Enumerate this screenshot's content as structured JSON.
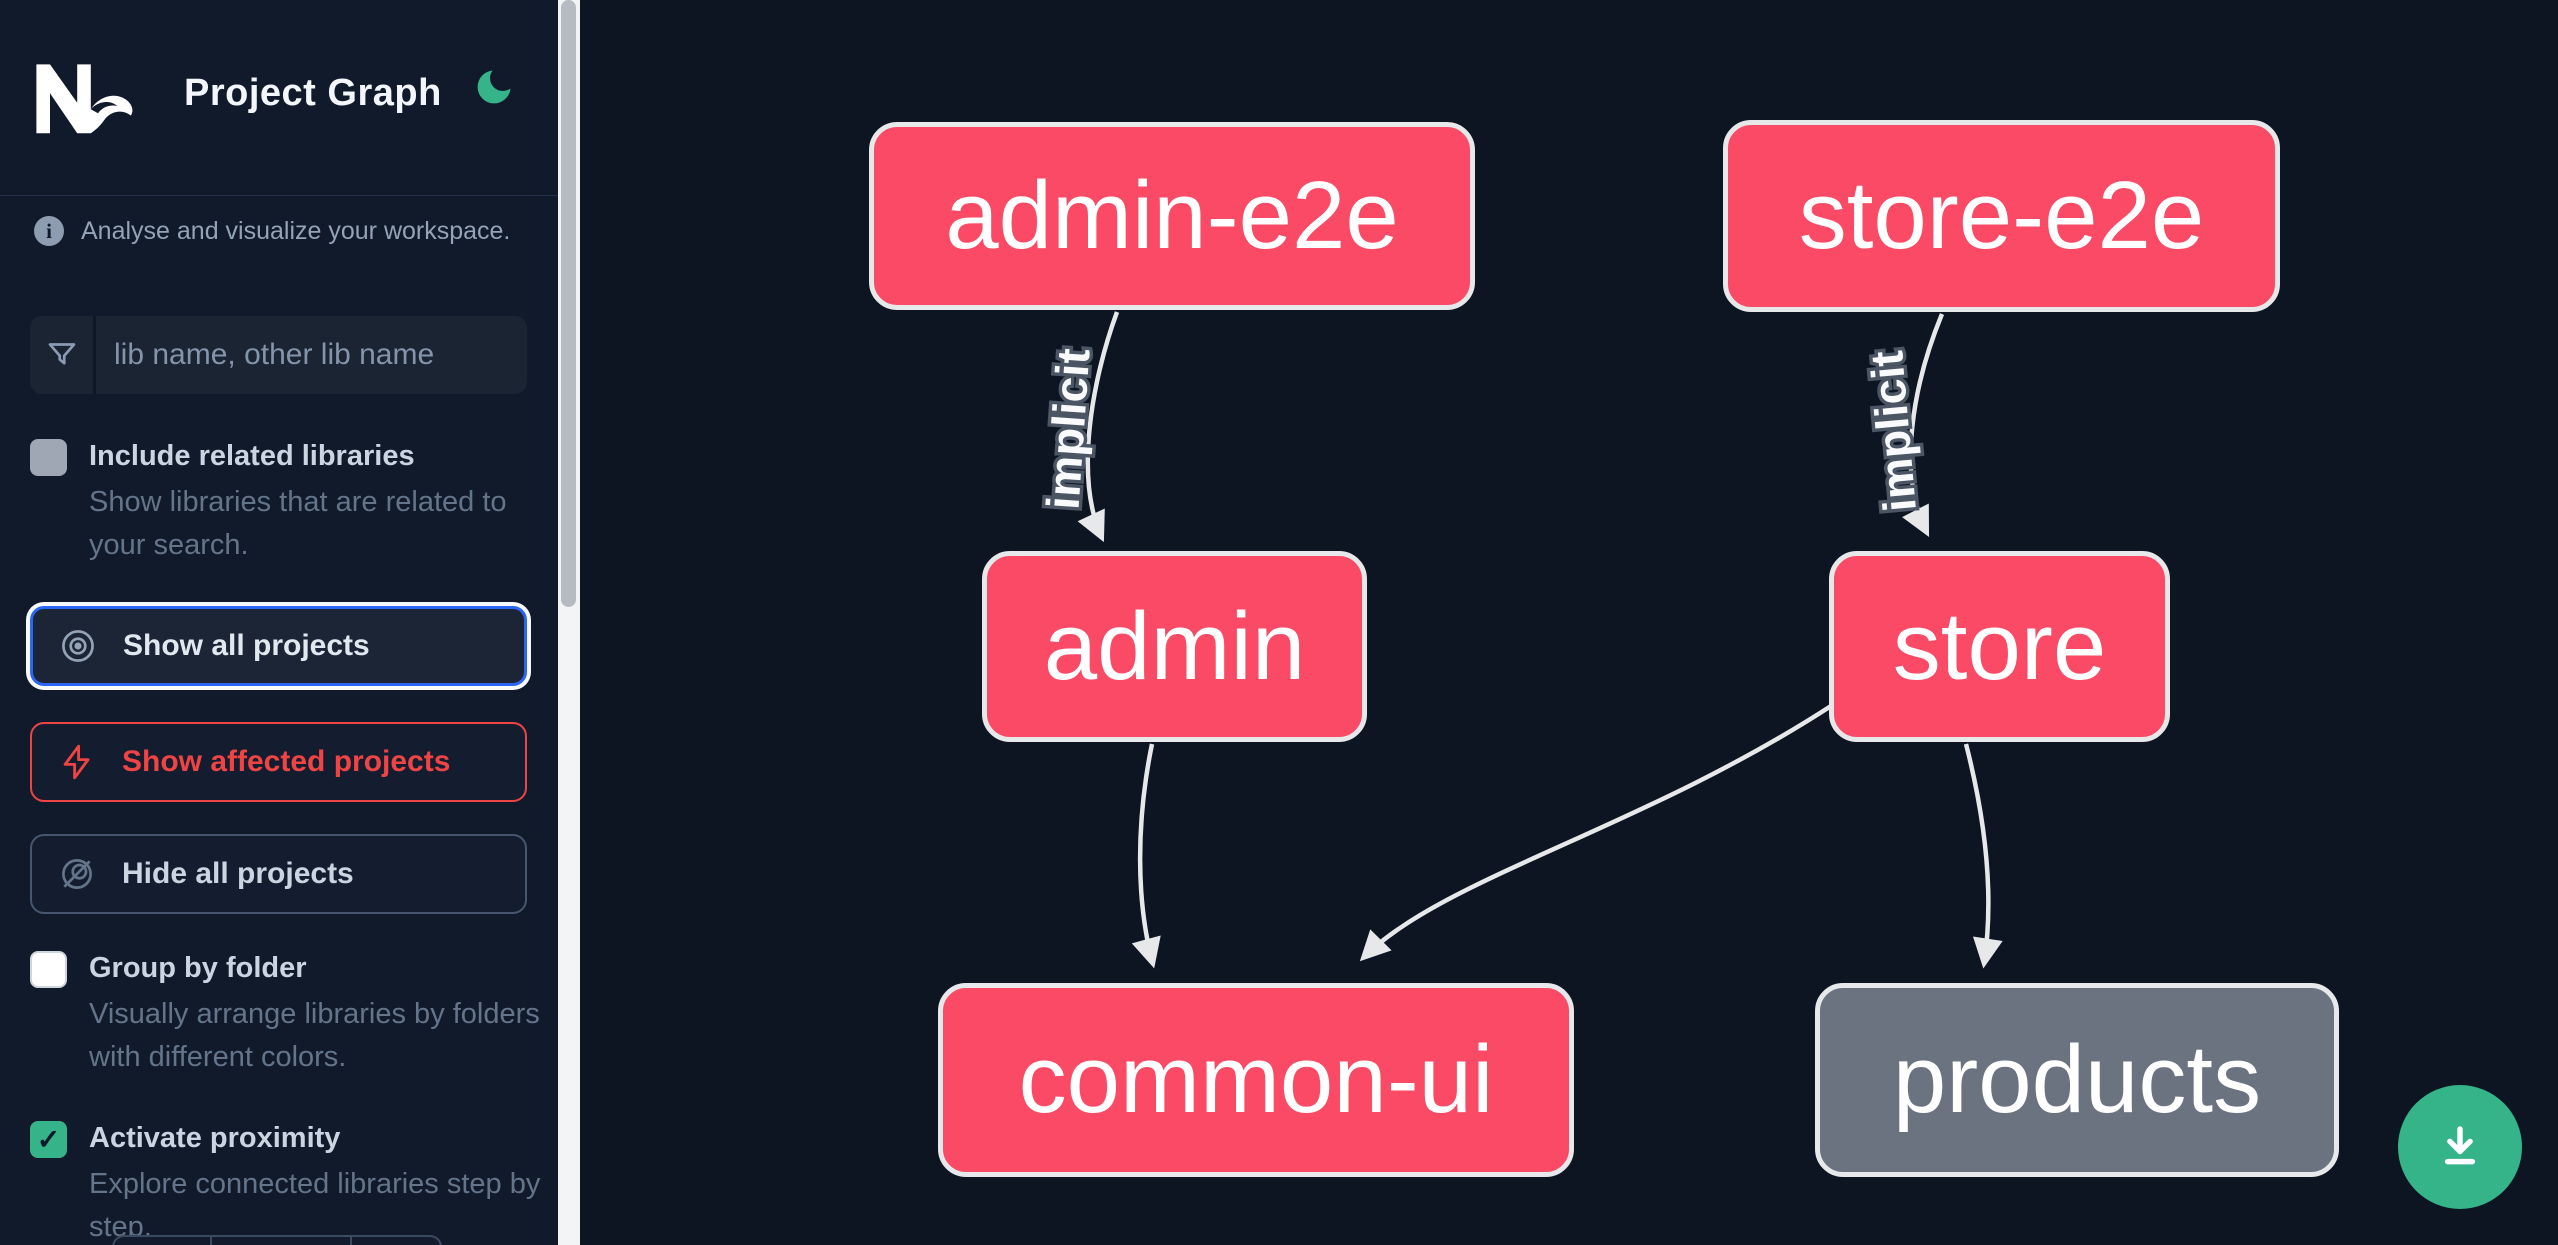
{
  "app": {
    "title": "Project Graph"
  },
  "colors": {
    "accent_green": "#35b389",
    "node_pink": "#fa4a66",
    "node_gray": "#6b7280",
    "node_border": "#e6e8ea",
    "edge": "#e6e8ea",
    "focus_blue": "#2b66f6",
    "danger_red": "#ef4444",
    "sidebar_bg": "#111a2b",
    "canvas_bg": "#0d1422"
  },
  "sidebar": {
    "tagline": "Analyse and visualize your workspace.",
    "search": {
      "placeholder": "lib name, other lib name",
      "icon": "funnel-icon"
    },
    "options": {
      "include_related": {
        "label": "Include related libraries",
        "description": "Show libraries that are related to your search.",
        "checked": false
      },
      "group_by_folder": {
        "label": "Group by folder",
        "description": "Visually arrange libraries by folders with different colors.",
        "checked": false
      },
      "activate_proximity": {
        "label": "Activate proximity",
        "description": "Explore connected libraries step by step.",
        "checked": true,
        "checkmark": "✓"
      }
    },
    "actions": {
      "show_all": {
        "label": "Show all projects",
        "icon": "eye-icon"
      },
      "show_affected": {
        "label": "Show affected projects",
        "icon": "bolt-icon"
      },
      "hide_all": {
        "label": "Hide all projects",
        "icon": "eye-off-icon"
      }
    }
  },
  "graph": {
    "nodes": [
      {
        "id": "admin-e2e",
        "label": "admin-e2e",
        "kind": "pink"
      },
      {
        "id": "store-e2e",
        "label": "store-e2e",
        "kind": "pink"
      },
      {
        "id": "admin",
        "label": "admin",
        "kind": "pink"
      },
      {
        "id": "store",
        "label": "store",
        "kind": "pink"
      },
      {
        "id": "common-ui",
        "label": "common-ui",
        "kind": "pink"
      },
      {
        "id": "products",
        "label": "products",
        "kind": "gray"
      }
    ],
    "edges": [
      {
        "from": "admin-e2e",
        "to": "admin",
        "label": "implicit"
      },
      {
        "from": "store-e2e",
        "to": "store",
        "label": "implicit"
      },
      {
        "from": "admin",
        "to": "common-ui",
        "label": ""
      },
      {
        "from": "store",
        "to": "common-ui",
        "label": ""
      },
      {
        "from": "store",
        "to": "products",
        "label": ""
      }
    ]
  },
  "fab": {
    "icon": "download-icon"
  }
}
